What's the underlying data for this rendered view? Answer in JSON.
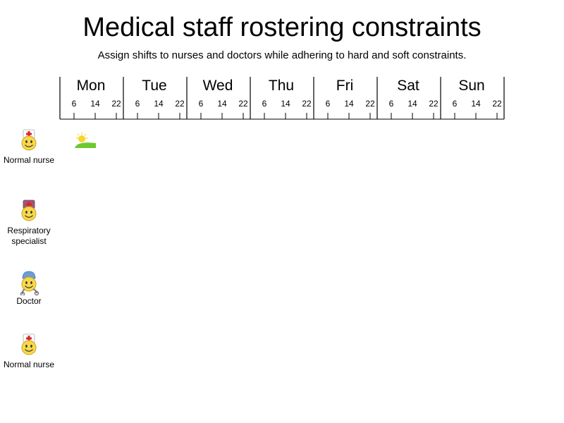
{
  "title": "Medical staff rostering constraints",
  "subtitle": "Assign shifts to nurses and doctors while adhering to hard and soft constraints.",
  "days": [
    "Mon",
    "Tue",
    "Wed",
    "Thu",
    "Fri",
    "Sat",
    "Sun"
  ],
  "hour_ticks": [
    "6",
    "14",
    "22"
  ],
  "staff": [
    {
      "label": "Normal nurse",
      "icon": "nurse-icon",
      "cap_color": "#ffffff"
    },
    {
      "label": "Respiratory specialist",
      "icon": "respiratory-specialist-icon",
      "cap_color": "#9b5a78"
    },
    {
      "label": "Doctor",
      "icon": "doctor-icon",
      "cap_color": "#6b9ed6"
    },
    {
      "label": "Normal nurse",
      "icon": "nurse-icon",
      "cap_color": "#ffffff"
    }
  ],
  "shifts": [
    {
      "staff_index": 0,
      "day": "Mon",
      "type": "morning",
      "icon": "sunrise-icon"
    }
  ],
  "colors": {
    "face": "#f7d84a",
    "cross": "#d9232e",
    "grass": "#6cc92e",
    "sun": "#f8d52f"
  }
}
